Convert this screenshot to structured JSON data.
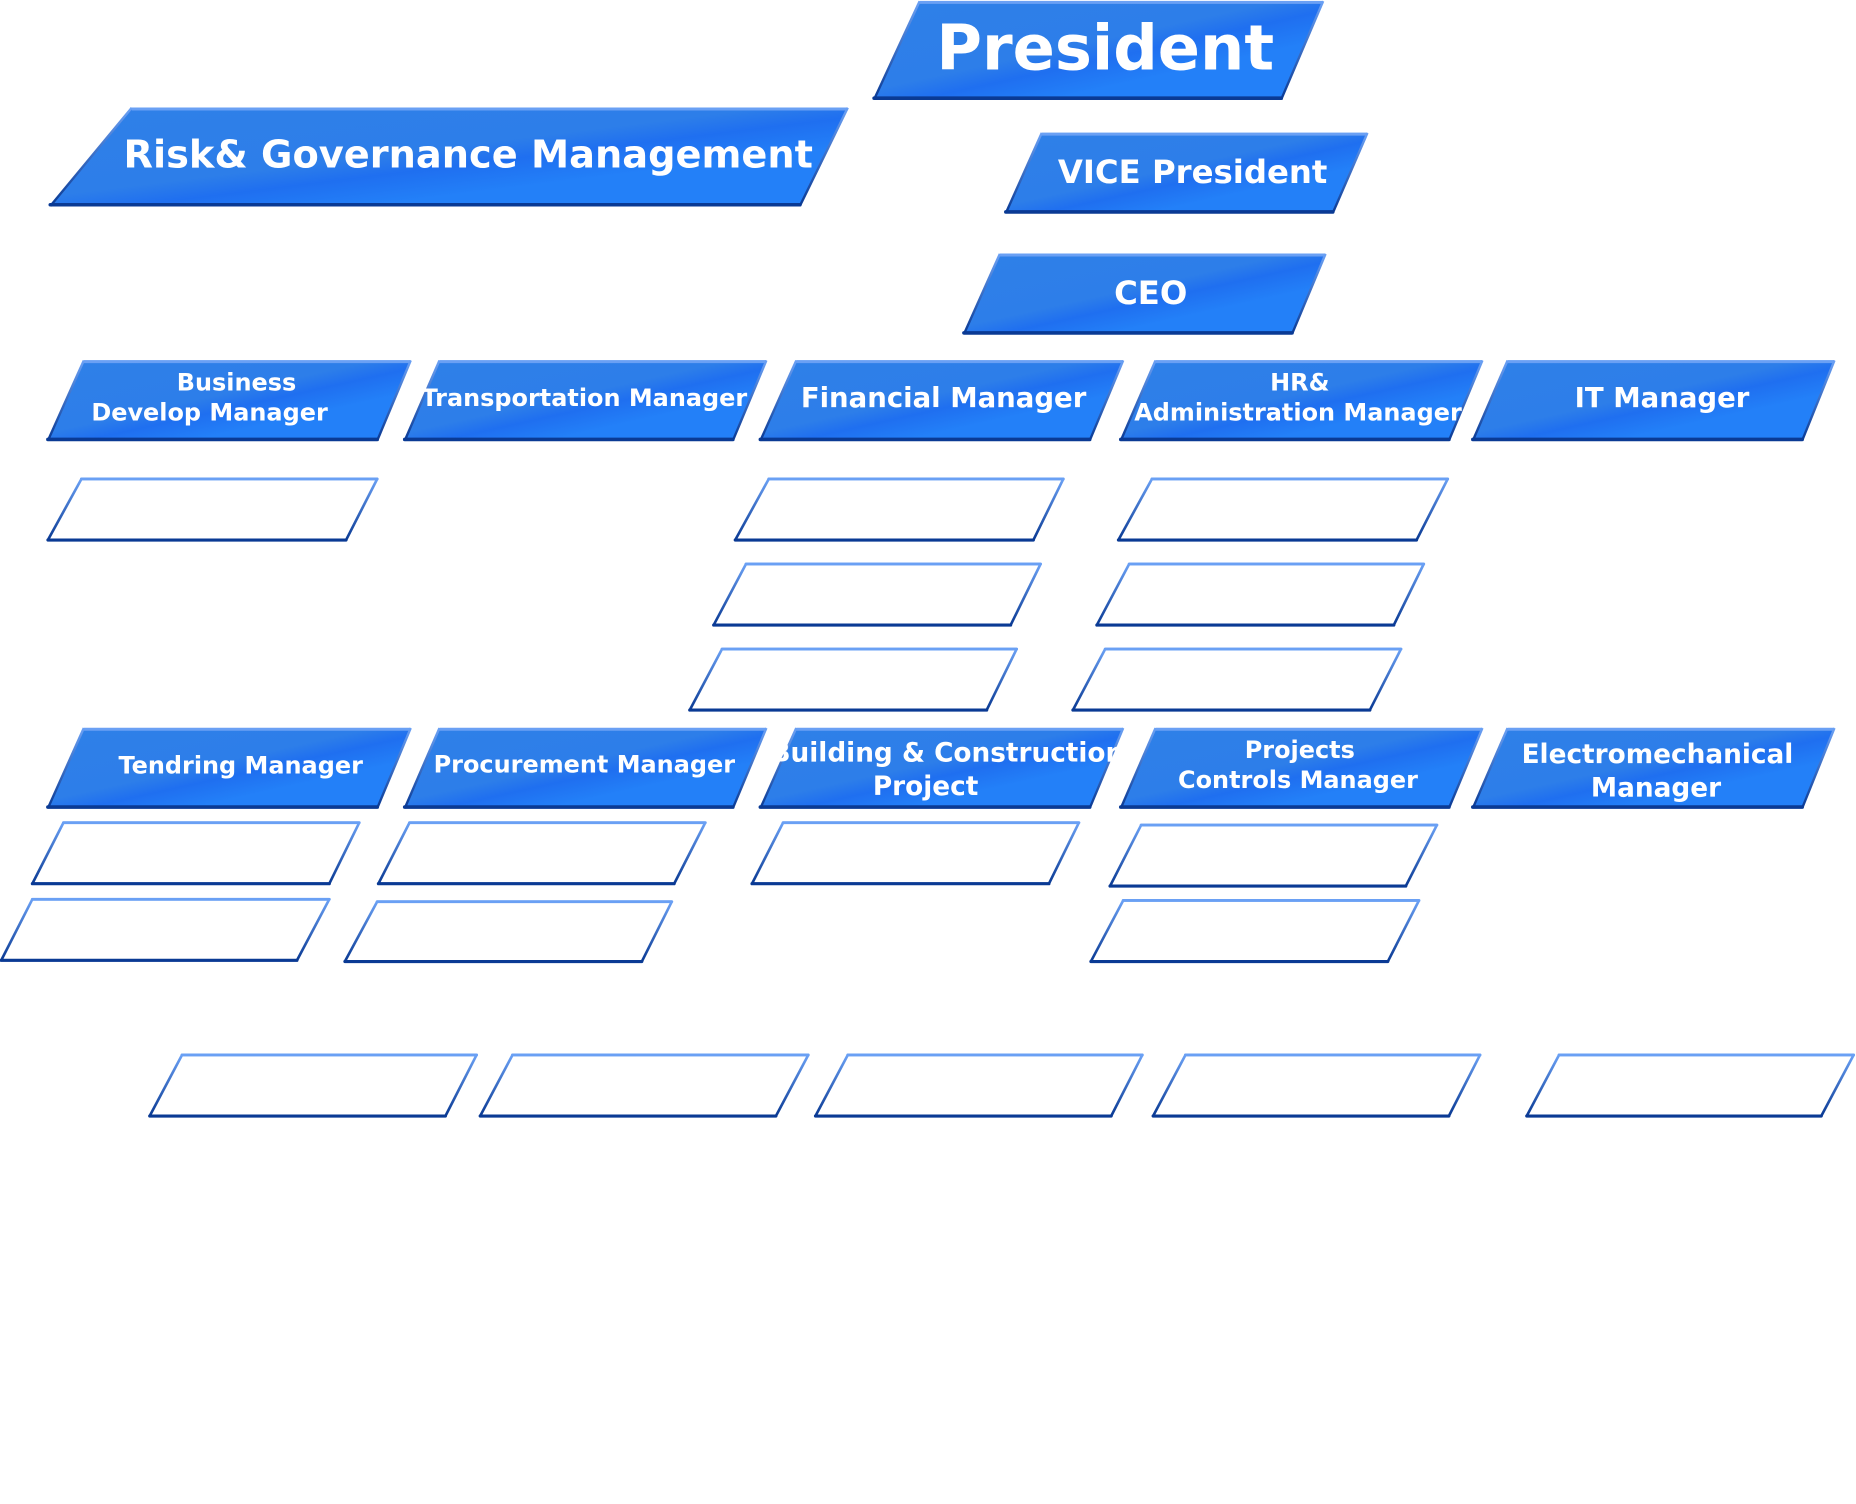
{
  "title": "Organization Chart",
  "colors": {
    "fill_light": "#2f80e8",
    "fill_mid": "#1f6ff0",
    "fill_bright": "#2380f8",
    "edge_top": "#6aa0f4",
    "edge_bottom": "#0a3a94",
    "text": "#ffffff"
  },
  "nodes": {
    "president": {
      "label": "President"
    },
    "risk": {
      "label": "Risk& Governance Management"
    },
    "vice_president": {
      "label": "VICE President"
    },
    "ceo": {
      "label": "CEO"
    },
    "business_develop": {
      "label_lines": [
        "Business",
        "Develop Manager"
      ]
    },
    "transportation": {
      "label": "Transportation Manager"
    },
    "financial": {
      "label": "Financial Manager"
    },
    "hr_admin": {
      "label_lines": [
        "HR&",
        "Administration Manager"
      ]
    },
    "it": {
      "label": "IT Manager"
    },
    "tendring": {
      "label": "Tendring Manager"
    },
    "procurement": {
      "label": "Procurement Manager"
    },
    "building_construction": {
      "label_lines": [
        "Building & Construction",
        "Project"
      ]
    },
    "projects_controls": {
      "label_lines": [
        "Projects",
        "Controls Manager"
      ]
    },
    "electromechanical": {
      "label_lines": [
        "Electromechanical",
        "Manager"
      ]
    }
  },
  "empty_boxes": {
    "business_develop": 1,
    "transportation": 0,
    "financial": 3,
    "hr_admin": 3,
    "it": 0,
    "tendring": 2,
    "procurement": 2,
    "building_construction": 1,
    "projects_controls": 2,
    "electromechanical": 0,
    "bottom_row": 5
  }
}
